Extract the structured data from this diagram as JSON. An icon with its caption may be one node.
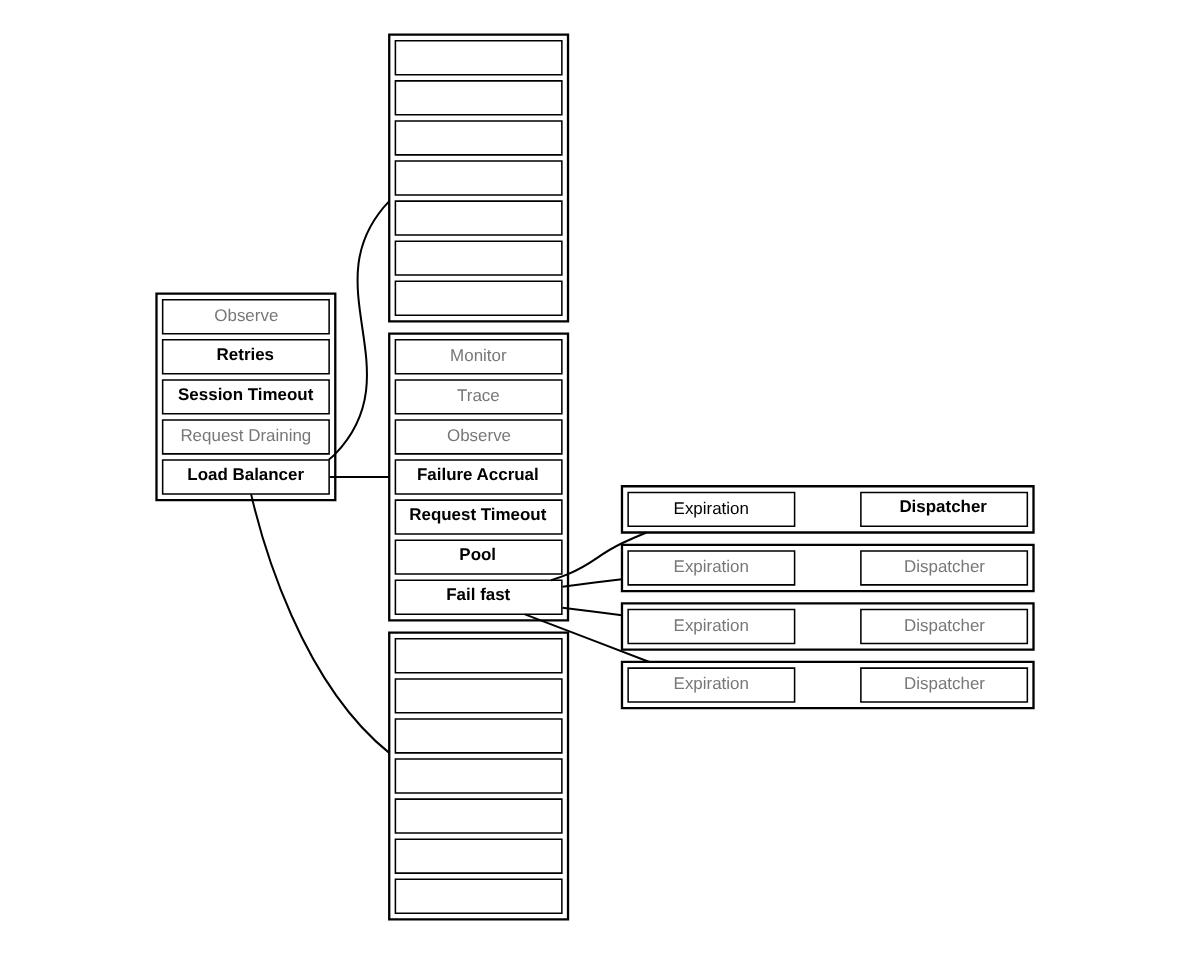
{
  "diagram": {
    "nodes": [
      {
        "text": [],
        "shape": "box"
      },
      {
        "text": [
          "Observe"
        ],
        "in": 0
      },
      {
        "text": [
          "Retries"
        ],
        "in": 0
      },
      {
        "text": [
          "Session Timeout"
        ],
        "in": 0
      },
      {
        "text": [
          "Request Draining"
        ],
        "in": 0
      },
      {
        "text": [
          "Load Balancer"
        ],
        "in": 0
      },
      {
        "text": [],
        "shape": "box"
      },
      {
        "text": [],
        "shape": "box",
        "in": 6
      },
      {
        "text": [],
        "shape": "box",
        "in": 6
      },
      {
        "text": [],
        "shape": "box",
        "in": 6
      },
      {
        "text": [],
        "shape": "box",
        "in": 6
      },
      {
        "text": [],
        "shape": "box",
        "in": 6
      },
      {
        "text": [],
        "shape": "box",
        "in": 6
      },
      {
        "text": [],
        "shape": "box",
        "in": 6
      },
      {
        "text": [],
        "shape": "box"
      },
      {
        "text": [
          "Monitor"
        ],
        "in": 14
      },
      {
        "text": [
          "Trace"
        ],
        "in": 14
      },
      {
        "text": [
          "Observe"
        ],
        "in": 14
      },
      {
        "text": [
          "Failure Accrual"
        ],
        "in": 14
      },
      {
        "text": [
          "Request Timeout"
        ],
        "in": 14
      },
      {
        "text": [
          "Pool"
        ],
        "in": 14
      },
      {
        "text": [
          "Fail fast"
        ],
        "in": 14
      },
      {
        "text": [],
        "shape": "box"
      },
      {
        "text": [],
        "shape": "box",
        "in": 22
      },
      {
        "text": [],
        "shape": "box",
        "in": 22
      },
      {
        "text": [],
        "shape": "box",
        "in": 22
      },
      {
        "text": [],
        "shape": "box",
        "in": 22
      },
      {
        "text": [],
        "shape": "box",
        "in": 22
      },
      {
        "text": [],
        "shape": "box",
        "in": 22
      },
      {
        "text": [],
        "shape": "box",
        "in": 22
      },
      {
        "text": [],
        "shape": "box"
      },
      {
        "text": [
          "Expiration"
        ],
        "in": 30
      },
      {
        "text": [
          "Dispatcher"
        ],
        "in": 30
      },
      {
        "text": [],
        "shape": "box"
      },
      {
        "text": [
          "Expiration"
        ],
        "in": 33
      },
      {
        "text": [
          "Dispatcher"
        ],
        "in": 33
      },
      {
        "text": [],
        "shape": "box"
      },
      {
        "text": [
          "Expiration"
        ],
        "in": 36
      },
      {
        "text": [
          "Dispatcher"
        ],
        "in": 36
      },
      {
        "text": [],
        "shape": "box"
      },
      {
        "text": [
          "Expiration"
        ],
        "in": 39
      },
      {
        "text": [
          "Dispatcher"
        ],
        "in": 39
      }
    ],
    "edges": [
      {
        "from": 5,
        "to": 6,
        "arrow": "none"
      },
      {
        "from": 5,
        "to": 14,
        "arrow": "none"
      },
      {
        "from": 5,
        "to": 22,
        "arrow": "none"
      },
      {
        "from": 21,
        "to": 30,
        "arrow": "none"
      },
      {
        "from": 21,
        "to": 33,
        "arrow": "none"
      },
      {
        "from": 21,
        "to": 36,
        "arrow": "none"
      },
      {
        "from": 21,
        "to": 39,
        "arrow": "none"
      }
    ]
  }
}
